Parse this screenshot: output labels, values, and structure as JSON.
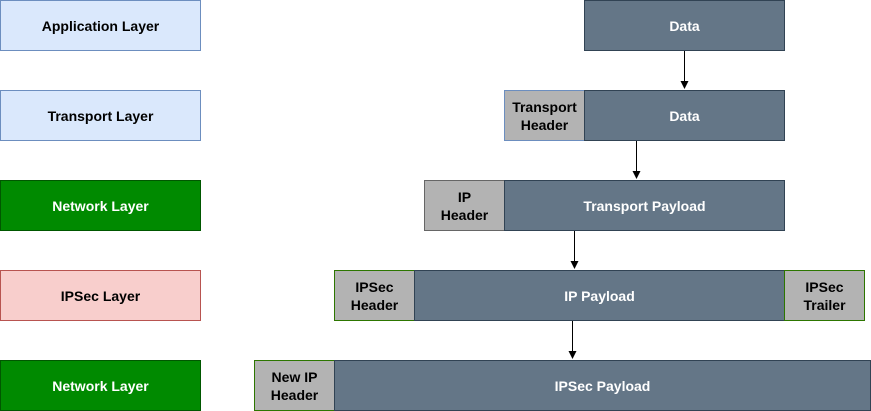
{
  "layers": {
    "application": "Application Layer",
    "transport": "Transport Layer",
    "network": "Network Layer",
    "ipsec": "IPSec Layer",
    "network_outer": "Network Layer"
  },
  "rows": {
    "app_data": "Data",
    "transport_header": "Transport\nHeader",
    "transport_data": "Data",
    "ip_header": "IP\nHeader",
    "transport_payload": "Transport Payload",
    "ipsec_header": "IPSec\nHeader",
    "ip_payload": "IP Payload",
    "ipsec_trailer": "IPSec\nTrailer",
    "new_ip_header": "New IP\nHeader",
    "ipsec_payload": "IPSec Payload"
  }
}
